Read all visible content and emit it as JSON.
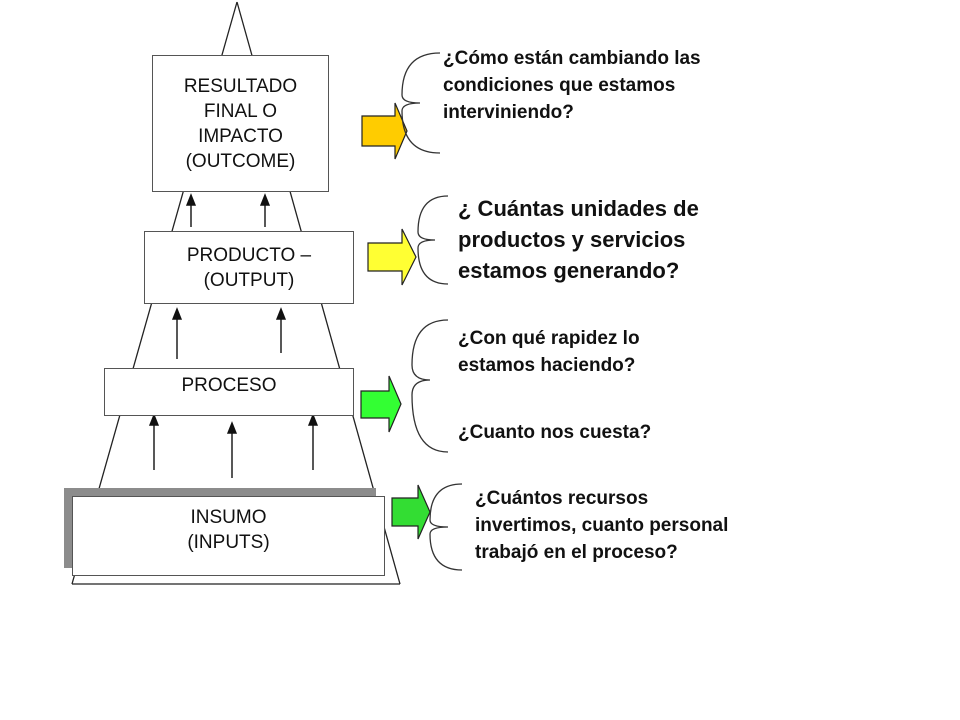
{
  "levels": {
    "outcome": {
      "label": "RESULTADO\nFINAL O\nIMPACTO\n(OUTCOME)",
      "arrow_color": "#FFCC00"
    },
    "output": {
      "label": "PRODUCTO –\n(OUTPUT)",
      "arrow_color": "#FFFF33"
    },
    "process": {
      "label": "PROCESO",
      "arrow_color": "#33FF33"
    },
    "input": {
      "label": "INSUMO\n(INPUTS)",
      "arrow_color": "#33DD33"
    }
  },
  "questions": {
    "outcome": "¿Cómo están cambiando las\ncondiciones que estamos\ninterviniendo?",
    "output": "¿ Cuántas unidades de\nproductos y servicios\nestamos generando?",
    "process_speed": "¿Con qué  rapidez lo\nestamos haciendo?",
    "process_cost": "¿Cuanto nos cuesta?",
    "input": "¿Cuántos recursos\ninvertimos, cuanto personal\ntrabajó en el proceso?"
  }
}
